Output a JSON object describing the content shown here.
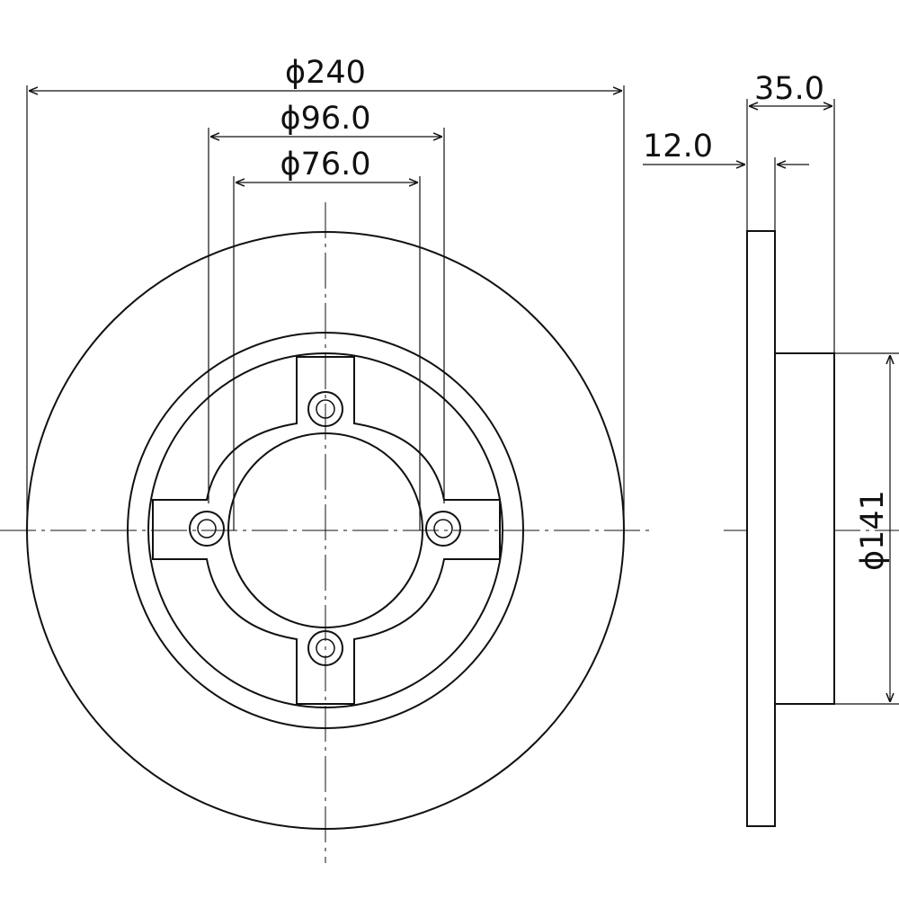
{
  "dimensions": {
    "outer_diameter": "ϕ240",
    "center_bore_outer": "ϕ96.0",
    "center_bore": "ϕ76.0",
    "overall_height": "35.0",
    "disc_thickness": "12.0",
    "hat_diameter": "ϕ141"
  },
  "colors": {
    "line": "#111111",
    "disc_fill": "#ffffff"
  }
}
